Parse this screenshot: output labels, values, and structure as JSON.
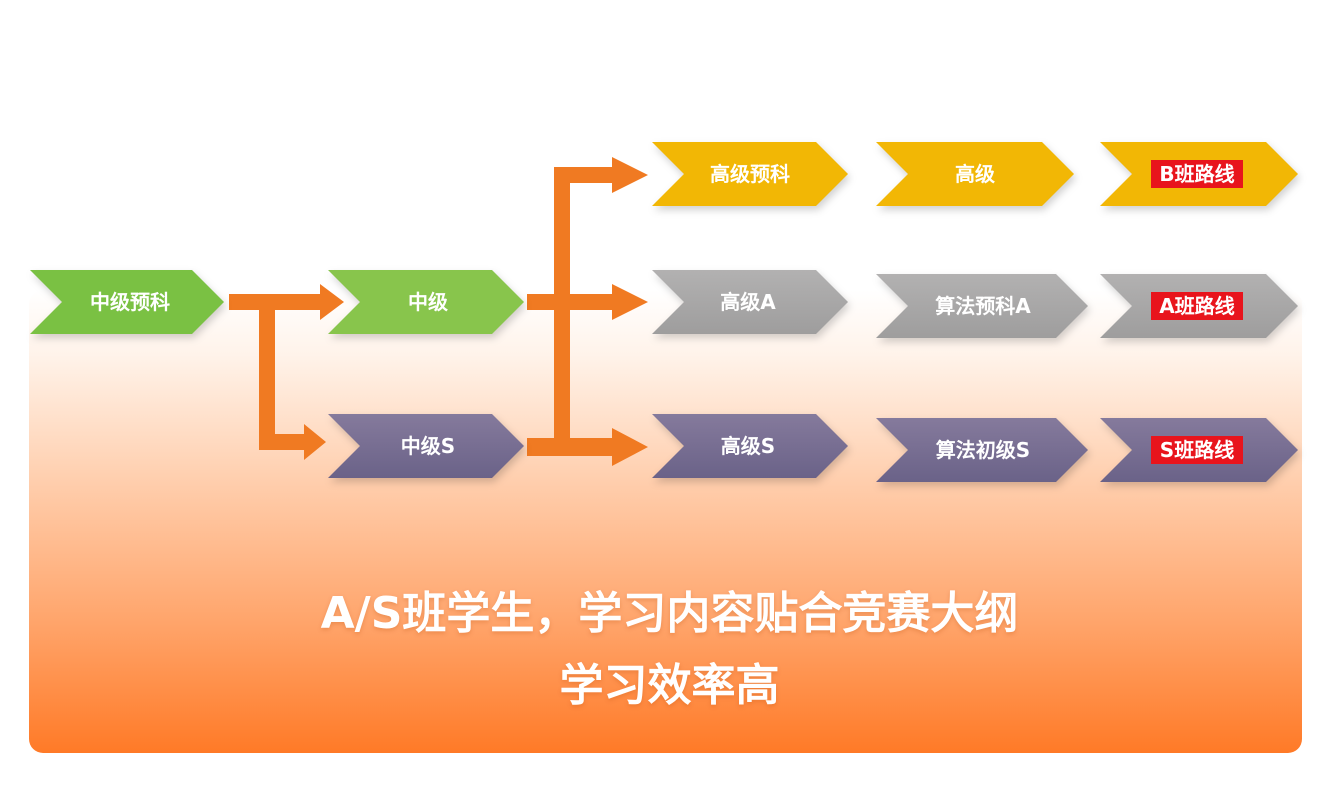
{
  "colors": {
    "green": "#7ac143",
    "yellow": "#f2b705",
    "gray": "#a7a6a6",
    "purple_top": "#7c6f93",
    "purple_bottom": "#6b6488",
    "arrow": "#f07a22",
    "tag_red": "#e8141c"
  },
  "nodes": {
    "zhongji_yuke": "中级预科",
    "zhongji": "中级",
    "zhongji_s": "中级S",
    "gaoji_yuke": "高级预科",
    "gaoji": "高级",
    "b_route": "B班路线",
    "gaoji_a": "高级A",
    "suanfa_yuke_a": "算法预科A",
    "a_route": "A班路线",
    "gaoji_s": "高级S",
    "suanfa_chuji_s": "算法初级S",
    "s_route": "S班路线"
  },
  "headline": {
    "line1": "A/S班学生，学习内容贴合竞赛大纲",
    "line2": "学习效率高"
  }
}
